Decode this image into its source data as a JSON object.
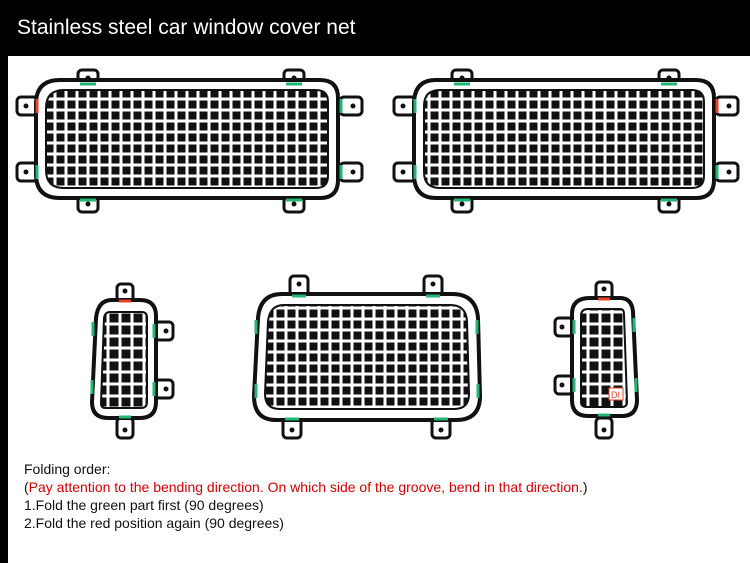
{
  "header": {
    "title": "Stainless steel car window cover net"
  },
  "notes": {
    "heading": "Folding order:",
    "warning_open": "(",
    "warning": "Pay attention to the bending direction. On which side of the groove, bend in that direction.",
    "warning_close": ")",
    "step1": "1.Fold the green part first (90 degrees)",
    "step2": "2.Fold the red position again (90 degrees)"
  },
  "colors": {
    "header_bg": "#000000",
    "panel_bg": "#ffffff",
    "frame": "#111111",
    "fold_green": "#22b573",
    "fold_red": "#e0432a",
    "warning_text": "#d00000"
  },
  "labels": {
    "badge": "DI"
  }
}
